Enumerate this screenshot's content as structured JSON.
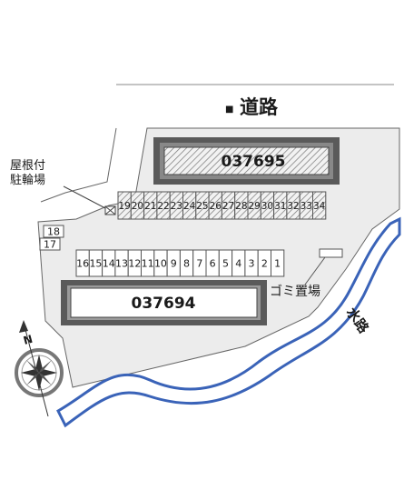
{
  "road_label": "道路",
  "road_marker": "■",
  "buildings": {
    "north": "037695",
    "south": "037694"
  },
  "bike_parking_label": [
    "屋根付",
    "駐輪場"
  ],
  "trash_label": "ゴミ置場",
  "waterway_label": "水路",
  "compass_n": "N",
  "upper_row": [
    "19",
    "20",
    "21",
    "22",
    "23",
    "24",
    "25",
    "26",
    "27",
    "28",
    "29",
    "30",
    "31",
    "32",
    "33",
    "34"
  ],
  "lower_row": [
    "16",
    "15",
    "14",
    "13",
    "12",
    "11",
    "10",
    "9",
    "8",
    "7",
    "6",
    "5",
    "4",
    "3",
    "2",
    "1"
  ],
  "side_spaces": [
    "18",
    "17"
  ],
  "colors": {
    "lot": "#ececec",
    "line": "#555555",
    "water": "#3a63b8",
    "building_frame": "#555555"
  }
}
